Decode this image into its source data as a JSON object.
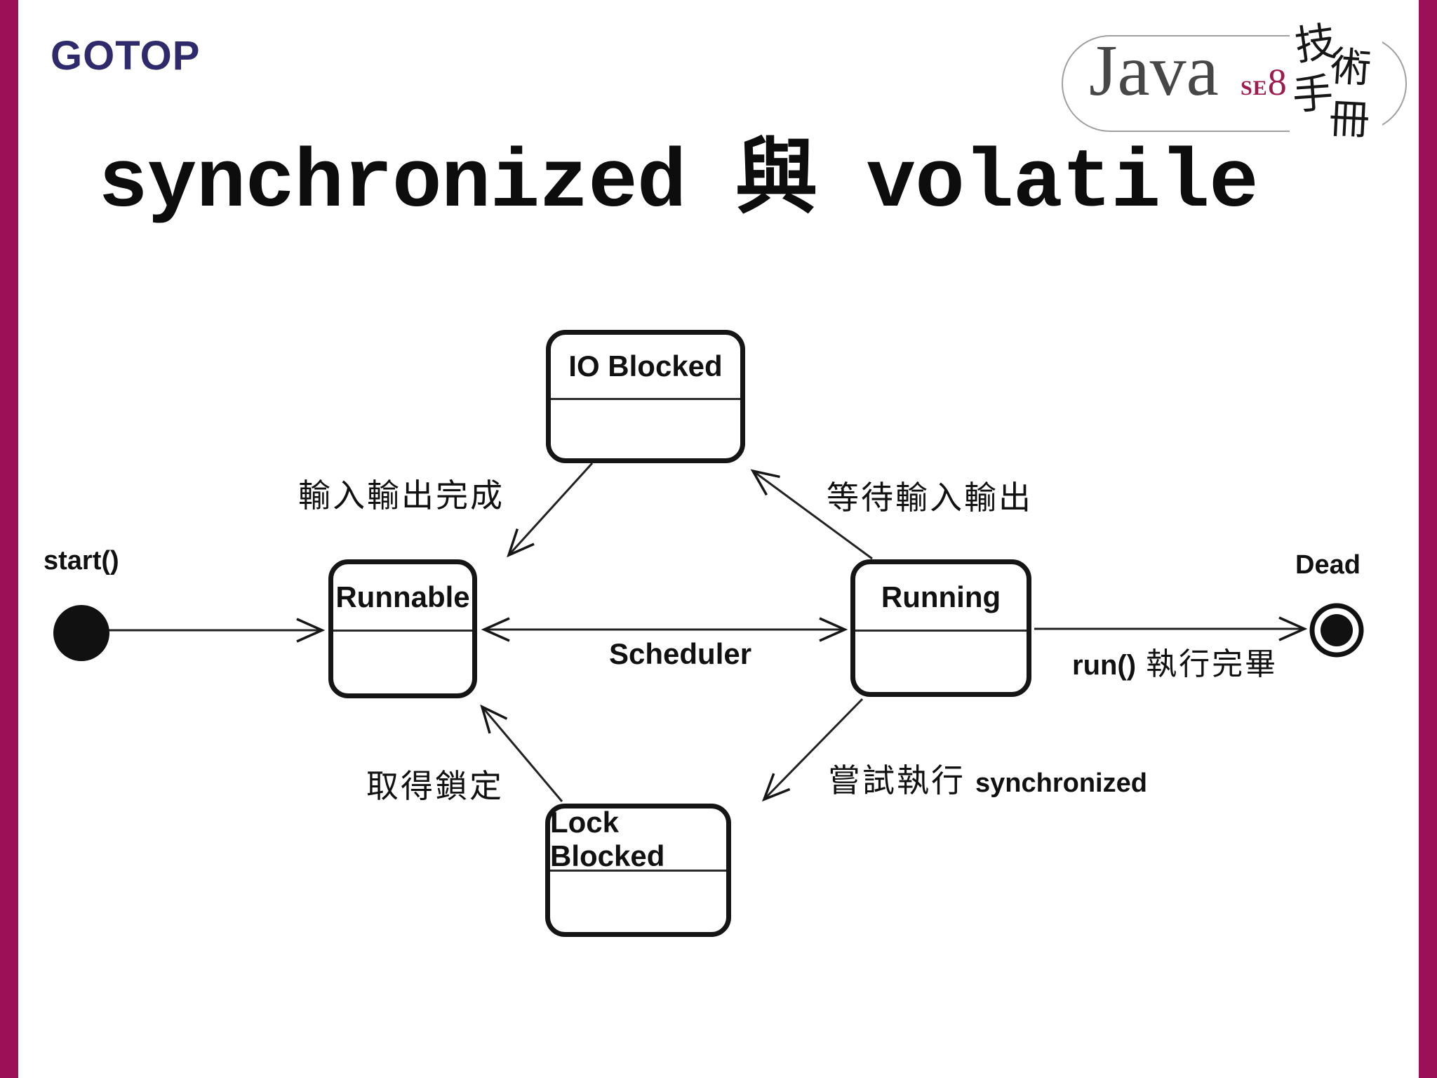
{
  "slide": {
    "background": "#ffffff",
    "accent_bar_color": "#9b1057"
  },
  "header": {
    "gotop_logo": "GOTOP",
    "gotop_color": "#2e2a6b",
    "java_logo": {
      "word": "Java",
      "se": "SE",
      "num": "8",
      "se_color": "#9e1b4f",
      "calligraphy": [
        "技",
        "術",
        "手",
        "冊"
      ]
    }
  },
  "title": "synchronized 與 volatile",
  "diagram": {
    "type": "uml-state-diagram",
    "states": [
      {
        "name": "IO Blocked"
      },
      {
        "name": "Runnable"
      },
      {
        "name": "Running"
      },
      {
        "name": "Lock Blocked"
      }
    ],
    "start": {
      "label": "start()"
    },
    "end": {
      "label": "Dead"
    },
    "transitions": {
      "start_to_runnable": {
        "from": "start()",
        "to": "Runnable"
      },
      "scheduler": {
        "label": "Scheduler",
        "from": "Runnable",
        "to": "Running",
        "bidirectional": true
      },
      "run_done": {
        "code": "run()",
        "cjk": "執行完畢",
        "from": "Running",
        "to": "Dead"
      },
      "io_complete": {
        "label": "輸入輸出完成",
        "from": "IO Blocked",
        "to": "Runnable"
      },
      "wait_io": {
        "label": "等待輸入輸出",
        "from": "Running",
        "to": "IO Blocked"
      },
      "acquire_lock": {
        "label": "取得鎖定",
        "from": "Lock Blocked",
        "to": "Runnable"
      },
      "try_sync": {
        "cjk": "嘗試執行",
        "code": "synchronized",
        "from": "Running",
        "to": "Lock Blocked"
      }
    }
  }
}
